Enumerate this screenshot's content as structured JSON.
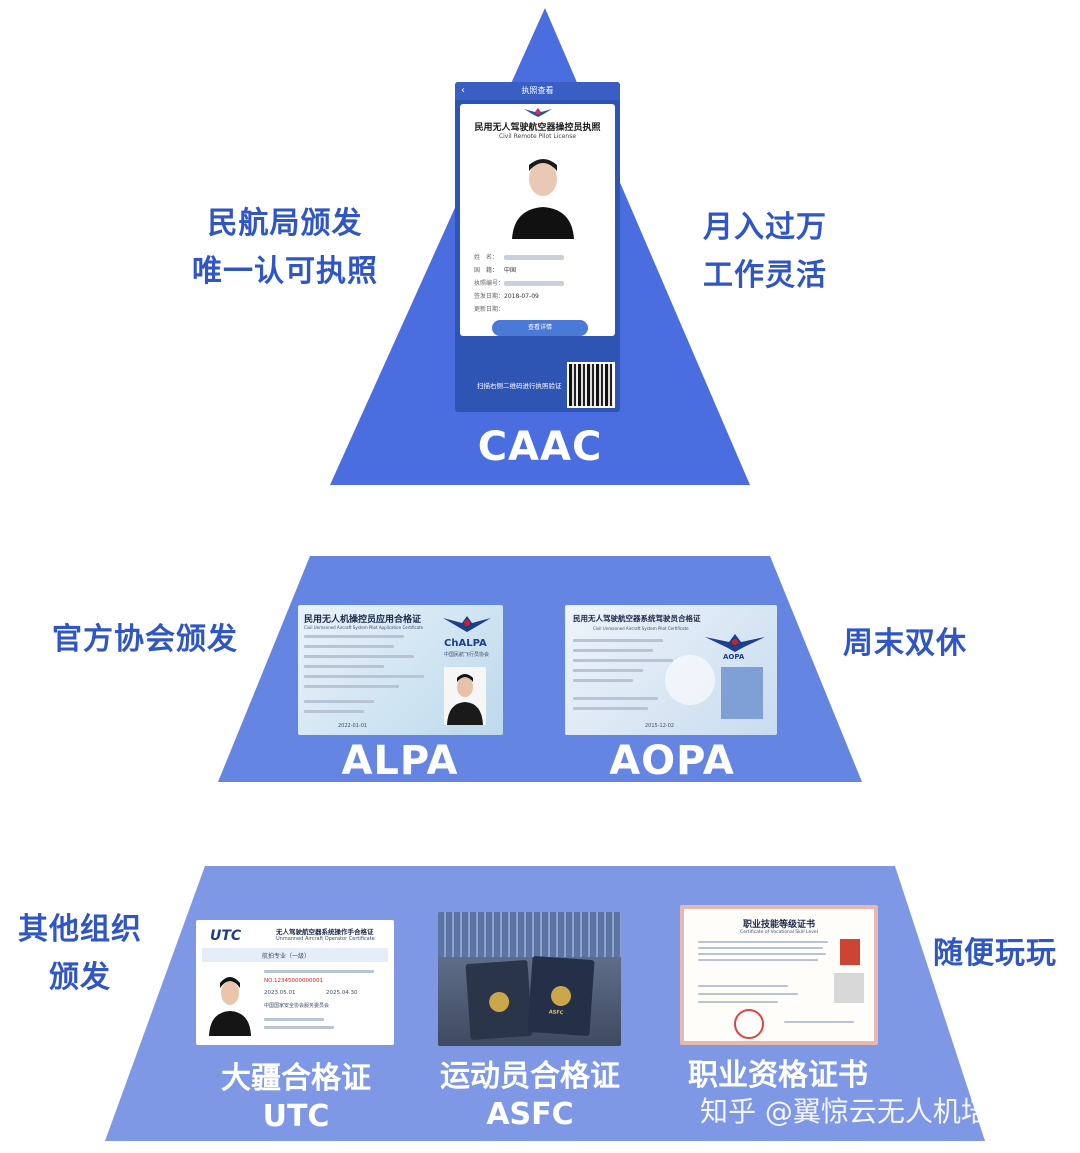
{
  "colors": {
    "tier1": "#4a6de0",
    "tier2": "#6585e3",
    "tier3": "#7f98e6",
    "label": "#2f56c4"
  },
  "tier1": {
    "left_label": [
      "民航局颁发",
      "唯一认可执照"
    ],
    "right_label": [
      "月入过万",
      "工作灵活"
    ],
    "caption": "CAAC",
    "phone": {
      "topbar": "执照查看",
      "title": "民用无人驾驶航空器操控员执照",
      "subtitle": "Civil Remote Pilot License",
      "fields": [
        {
          "k": "姓　名：",
          "v": ""
        },
        {
          "k": "国　籍：",
          "v": "中国"
        },
        {
          "k": "执照编号：",
          "v": ""
        },
        {
          "k": "签发日期：",
          "v": "2018-07-09"
        },
        {
          "k": "更新日期：",
          "v": ""
        }
      ],
      "button": "查看详情",
      "footer": "扫描右侧二维码进行执照验证"
    }
  },
  "tier2": {
    "left_label": [
      "官方协会颁发"
    ],
    "right_label": [
      "周末双休"
    ],
    "alpa": {
      "caption": "ALPA",
      "title": "民用无人机操控员应用合格证",
      "subtitle": "Civil Unmanned Aircraft System Pilot Application Certificate",
      "logo": "ChALPA",
      "org": "中国民航飞行员协会",
      "date": "2022-01-01"
    },
    "aopa": {
      "caption": "AOPA",
      "title": "民用无人驾驶航空器系统驾驶员合格证",
      "subtitle": "Civil Unmanned Aircraft System Pilot Certificate",
      "logo": "AOPA",
      "date": "2015-12-02"
    }
  },
  "tier3": {
    "left_label": [
      "其他组织",
      "颁发"
    ],
    "right_label": [
      "随便玩玩"
    ],
    "utc": {
      "caption": [
        "大疆合格证",
        "UTC"
      ],
      "logo": "UTC",
      "title": "无人驾驶航空器系统操作手合格证",
      "subtitle": "Unmanned Aircraft Operator Certificate",
      "major": "航拍专业（一级）",
      "cert_no": "NO.12345000000001",
      "issue": "2023.05.01",
      "expire": "2025.04.30",
      "org": "中国国家安全协会服务委员会"
    },
    "asfc": {
      "caption": [
        "运动员合格证",
        "ASFC"
      ],
      "badge": "ASFC"
    },
    "vocational": {
      "caption": "职业资格证书",
      "title": "职业技能等级证书",
      "subtitle": "Certificate of Vocational Skill Level"
    }
  },
  "watermark": "知乎 @翼惊云无人机培训"
}
